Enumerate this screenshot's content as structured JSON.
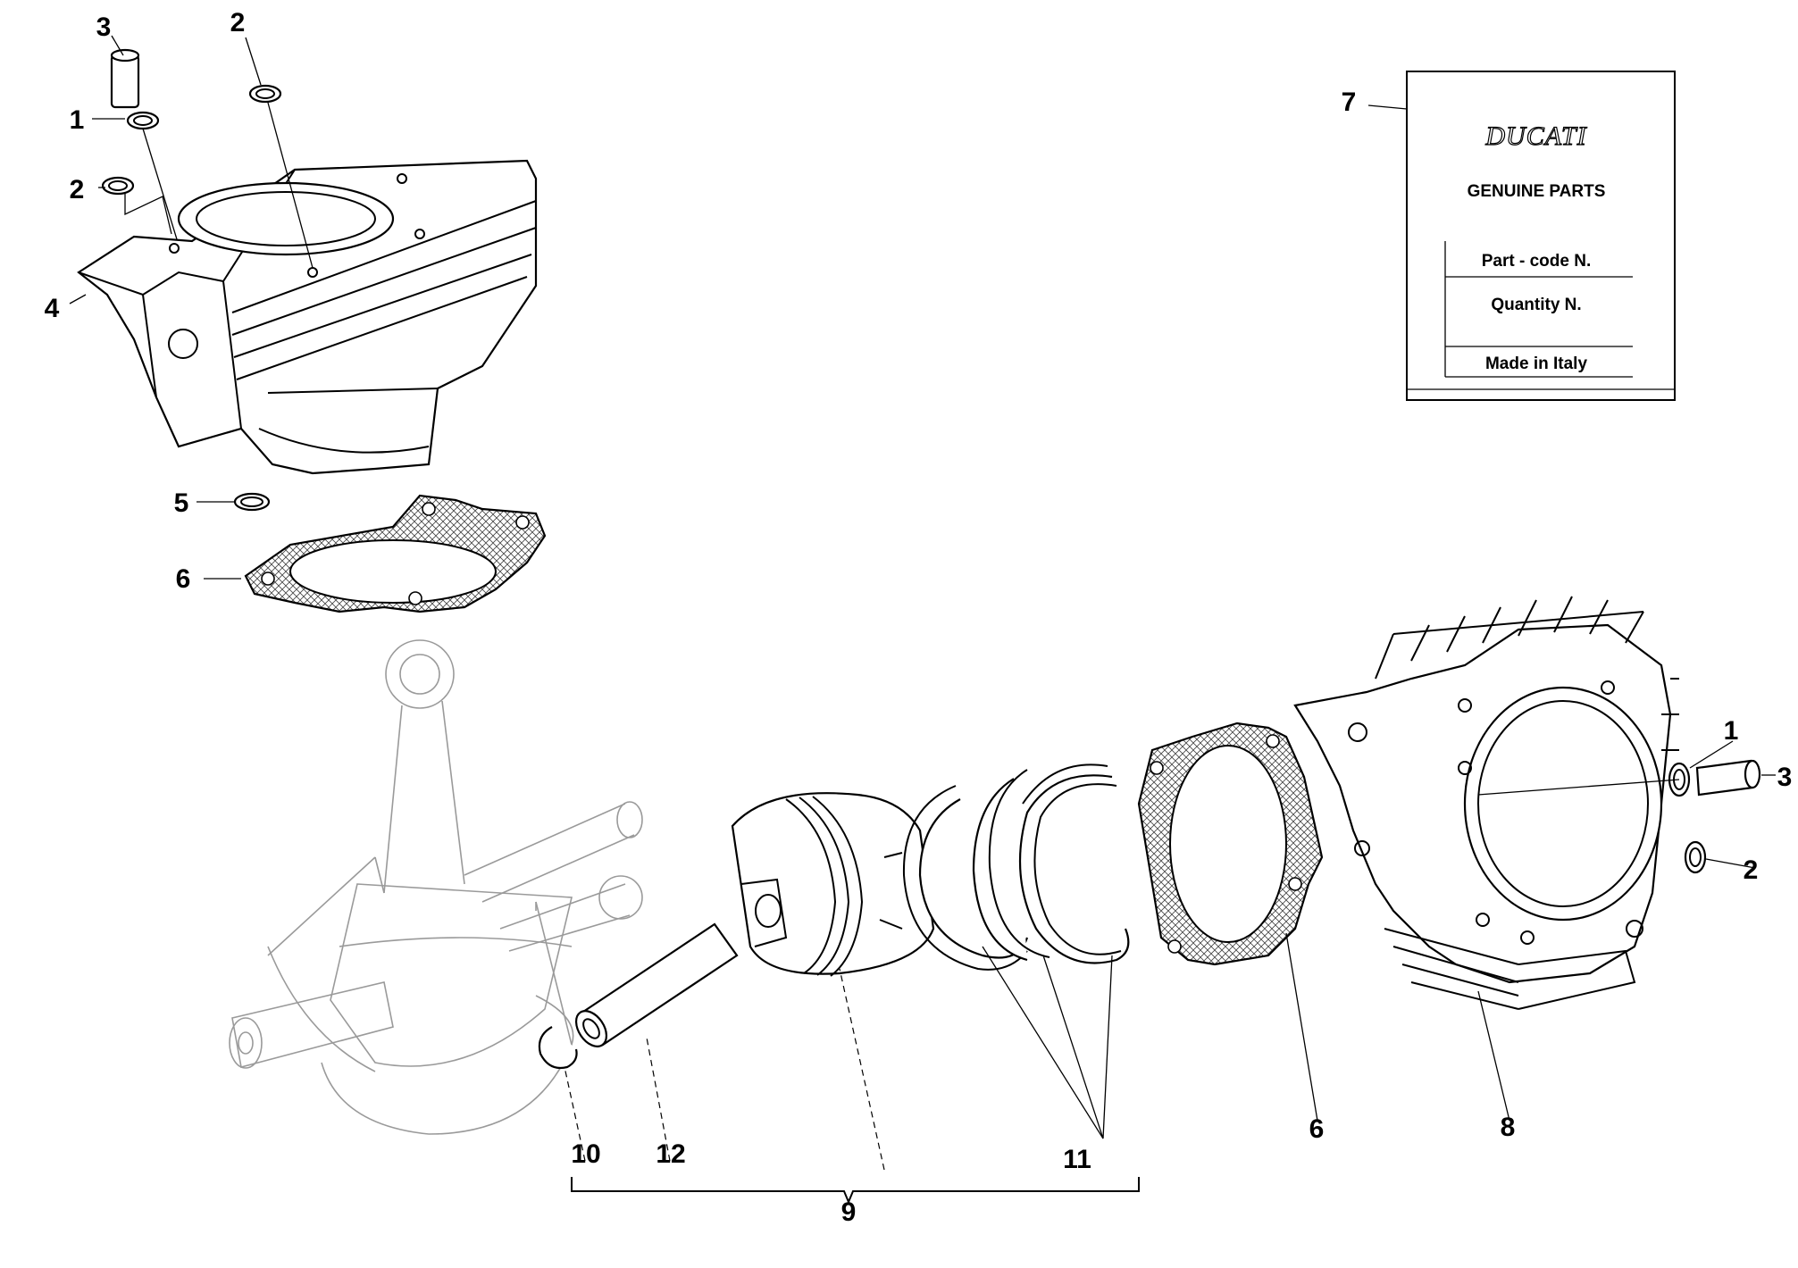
{
  "callouts": {
    "c1": "1",
    "c2": "2",
    "c3": "3",
    "c4": "4",
    "c5": "5",
    "c6": "6",
    "c7": "7",
    "c8": "8",
    "c9": "9",
    "c10": "10",
    "c11": "11",
    "c12": "12"
  },
  "label": {
    "logo": "DUCATI",
    "genuine": "GENUINE PARTS",
    "part_code": "Part - code N.",
    "quantity": "Quantity N.",
    "made_in": "Made in Italy"
  }
}
